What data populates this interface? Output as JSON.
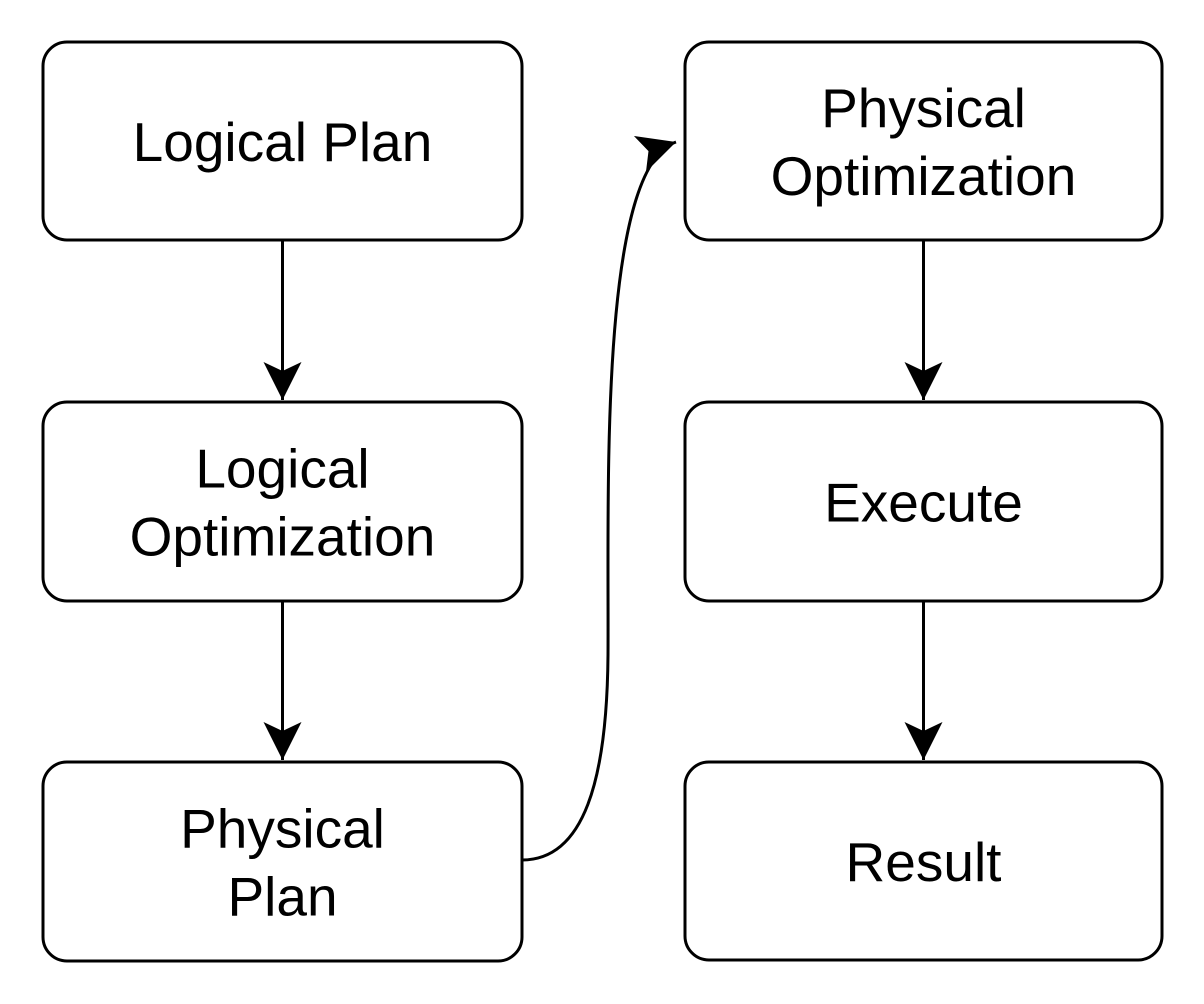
{
  "diagram": {
    "title": "query-plan-pipeline-flowchart",
    "background_color": "#ffffff",
    "stroke_color": "#000000",
    "text_color": "#000000",
    "nodes": [
      {
        "id": "logical-plan",
        "lines": [
          "Logical Plan"
        ]
      },
      {
        "id": "logical-optimization",
        "lines": [
          "Logical",
          "Optimization"
        ]
      },
      {
        "id": "physical-plan",
        "lines": [
          "Physical",
          "Plan"
        ]
      },
      {
        "id": "physical-optimization",
        "lines": [
          "Physical",
          "Optimization"
        ]
      },
      {
        "id": "execute",
        "lines": [
          "Execute"
        ]
      },
      {
        "id": "result",
        "lines": [
          "Result"
        ]
      }
    ],
    "edges": [
      {
        "from": "logical-plan",
        "to": "logical-optimization",
        "style": "straight-down"
      },
      {
        "from": "logical-optimization",
        "to": "physical-plan",
        "style": "straight-down"
      },
      {
        "from": "physical-plan",
        "to": "physical-optimization",
        "style": "s-curve-up-right"
      },
      {
        "from": "physical-optimization",
        "to": "execute",
        "style": "straight-down"
      },
      {
        "from": "execute",
        "to": "result",
        "style": "straight-down"
      }
    ]
  }
}
